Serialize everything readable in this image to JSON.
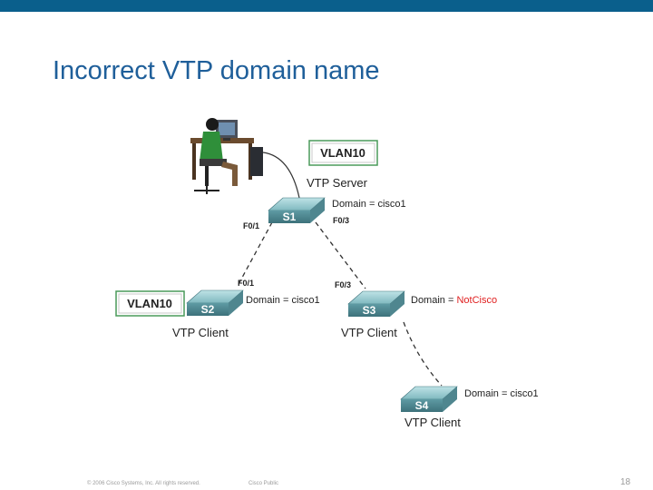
{
  "slide": {
    "title": "Incorrect VTP domain name",
    "accent_color": "#0a5f8c",
    "title_color": "#1f5f9a",
    "vlan_box_border": "#4a9a5a"
  },
  "vlan_boxes": [
    {
      "label": "VLAN10"
    },
    {
      "label": "VLAN10"
    }
  ],
  "switches": {
    "s1": {
      "name": "S1",
      "role": "VTP Server",
      "domain_prefix": "Domain = ",
      "domain": "cisco1"
    },
    "s2": {
      "name": "S2",
      "role": "VTP Client",
      "domain_prefix": "Domain = ",
      "domain": "cisco1"
    },
    "s3": {
      "name": "S3",
      "role": "VTP Client",
      "domain_prefix": "Domain = ",
      "domain": "NotCisco",
      "domain_color": "#e02020"
    },
    "s4": {
      "name": "S4",
      "role": "VTP Client",
      "domain_prefix": "Domain = ",
      "domain": "cisco1"
    }
  },
  "ports": {
    "s1_left": "F0/1",
    "s1_right": "F0/3",
    "s2_top": "F0/1",
    "s3_top": "F0/3"
  },
  "footer": {
    "copyright": "© 2006 Cisco Systems, Inc. All rights reserved.",
    "classification": "Cisco Public",
    "page": "18"
  }
}
